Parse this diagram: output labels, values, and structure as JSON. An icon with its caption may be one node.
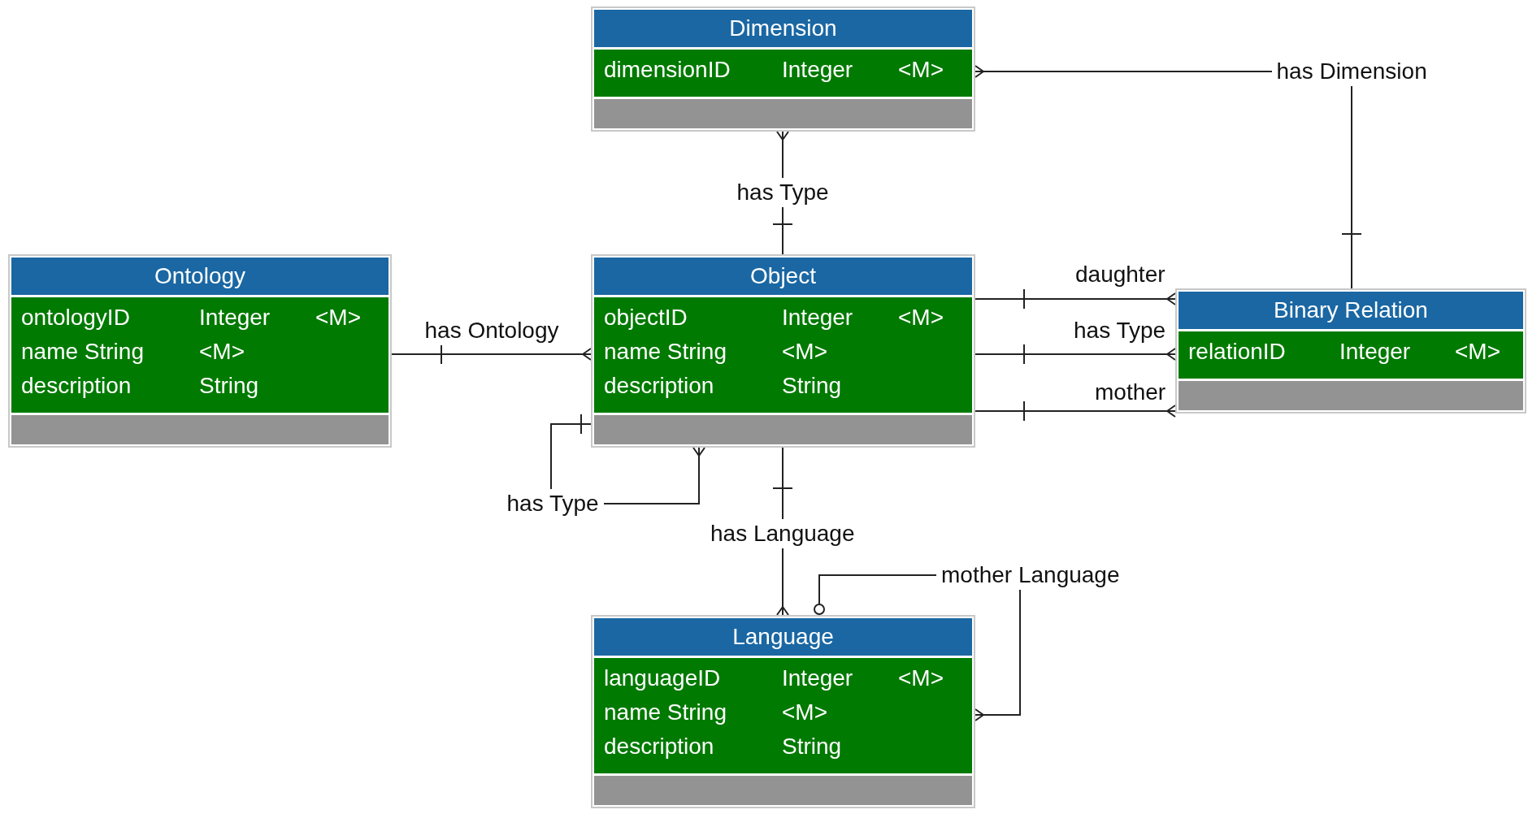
{
  "diagram": {
    "nodes": [
      {
        "text": [
          "Dimension",
          "dimensionID",
          "Integer",
          "<M>"
        ]
      },
      {
        "text": [
          "Ontology",
          "ontologyID",
          "Integer",
          "<M>",
          "name String",
          "<M>",
          "description",
          "String"
        ]
      },
      {
        "text": [
          "Object",
          "objectID",
          "Integer",
          "<M>",
          "name String",
          "<M>",
          "description",
          "String"
        ]
      },
      {
        "text": [
          "Binary Relation",
          "relationID",
          "Integer",
          "<M>"
        ]
      },
      {
        "text": [
          "Language",
          "languageID",
          "Integer",
          "<M>",
          "name String",
          "<M>",
          "description",
          "String"
        ]
      }
    ],
    "edges": [
      {
        "from": 2,
        "to": 0,
        "arrow": "other",
        "label": "has Type"
      },
      {
        "from": 1,
        "to": 2,
        "arrow": "other",
        "label": "has Ontology"
      },
      {
        "from": 2,
        "to": 3,
        "arrow": "other",
        "label": "daughter"
      },
      {
        "from": 2,
        "to": 3,
        "arrow": "other",
        "label": "has Type"
      },
      {
        "from": 2,
        "to": 3,
        "arrow": "other",
        "label": "mother"
      },
      {
        "from": 2,
        "to": 2,
        "arrow": "other",
        "label": "has Type"
      },
      {
        "from": 2,
        "to": 4,
        "arrow": "other",
        "label": "has Language"
      },
      {
        "from": 3,
        "to": 0,
        "arrow": "other",
        "label": "has Dimension"
      },
      {
        "from": 4,
        "to": 4,
        "arrow": "other",
        "label": "mother Language"
      }
    ]
  }
}
